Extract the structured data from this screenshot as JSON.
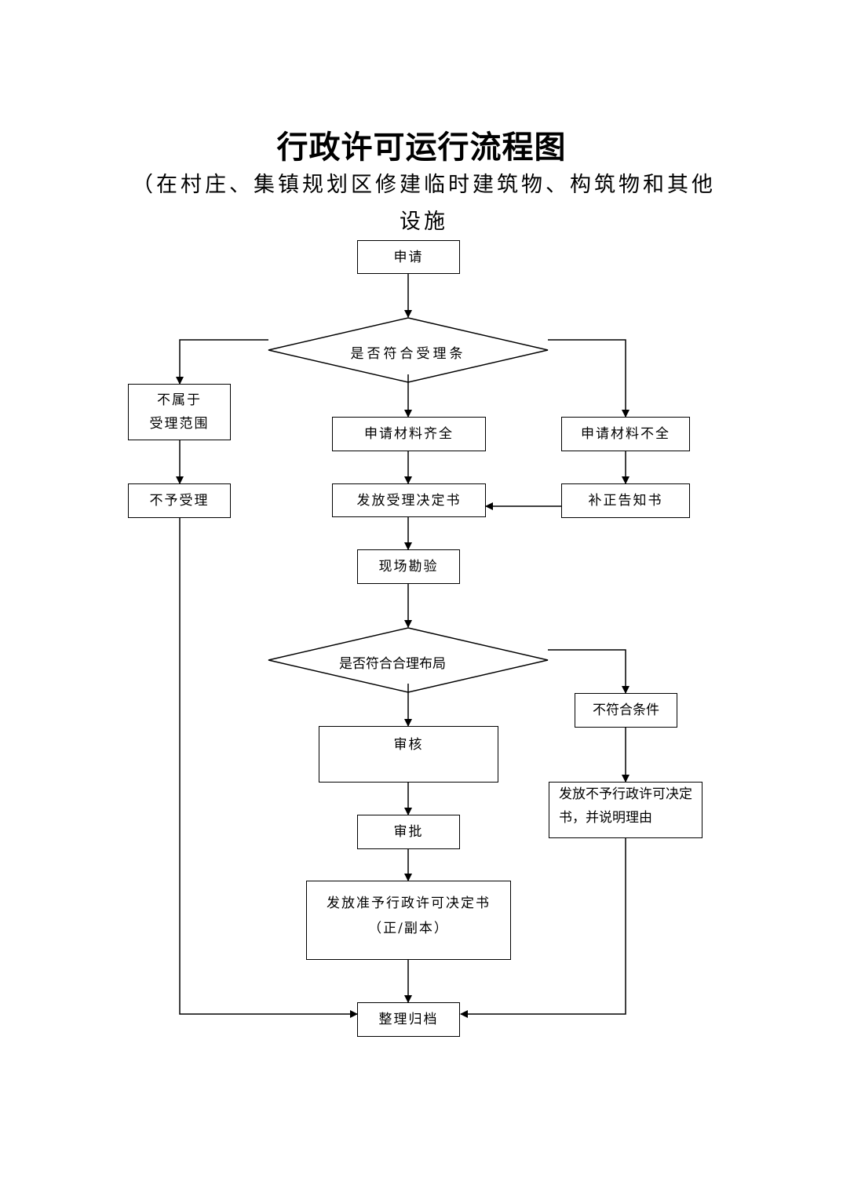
{
  "document": {
    "title": "行政许可运行流程图",
    "subtitle_line1": "（在村庄、集镇规划区修建临时建筑物、构筑物和其他设施",
    "subtitle_line2": "的许可）"
  },
  "nodes": {
    "apply": "申请",
    "decision_accept": "是否符合受理条",
    "out_of_scope_line1": "不属于",
    "out_of_scope_line2": "受理范围",
    "materials_complete": "申请材料齐全",
    "materials_incomplete": "申请材料不全",
    "reject": "不予受理",
    "issue_acceptance": "发放受理决定书",
    "correction_notice": "补正告知书",
    "site_inspection": "现场勘验",
    "decision_layout": "是否符合合理布局",
    "not_qualified": "不符合条件",
    "review": "审核",
    "issue_denial_line1": "发放不予行政许可决定",
    "issue_denial_line2": "书，并说明理由",
    "approve": "审批",
    "issue_permit_line1": "发放准予行政许可决定书",
    "issue_permit_line2": "（正/副本）",
    "archive": "整理归档"
  }
}
